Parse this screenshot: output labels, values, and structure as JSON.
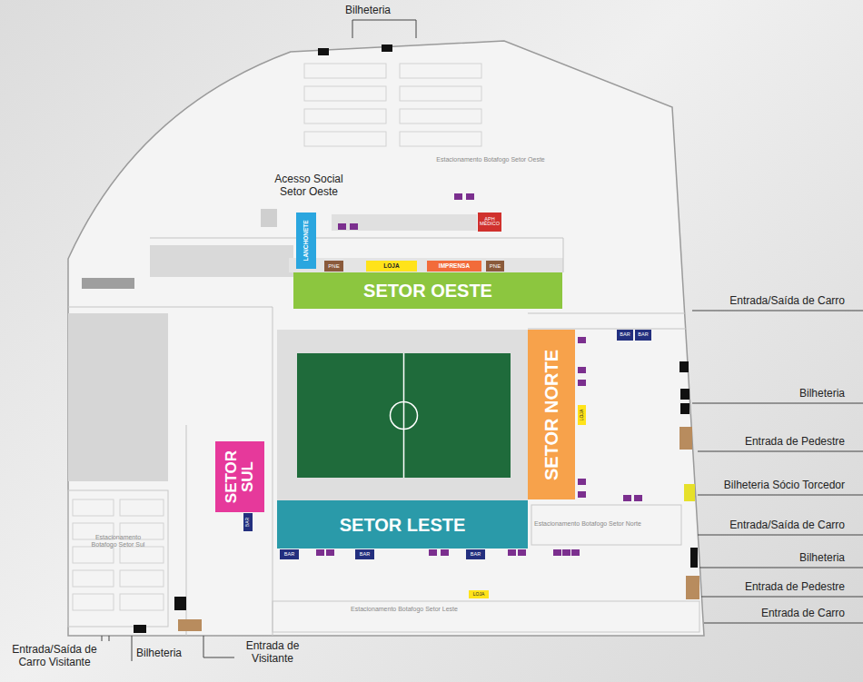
{
  "diagram": {
    "nodes": [
      {
        "text": [
          "APH MÉDICO"
        ]
      },
      {
        "text": [
          "LANCHONETE"
        ]
      },
      {
        "text": [
          "PNE"
        ]
      },
      {
        "text": [
          "LOJA"
        ]
      },
      {
        "text": [
          "IMPRENSA"
        ]
      },
      {
        "text": [
          "PNE"
        ]
      },
      {
        "text": [
          "SETOR OESTE"
        ]
      },
      {
        "text": [
          "BAR"
        ]
      },
      {
        "text": [
          "BAR"
        ]
      },
      {
        "text": [
          "SETOR NORTE"
        ]
      },
      {
        "text": [
          "LOJA"
        ]
      },
      {
        "text": [
          "SETOR SUL"
        ]
      },
      {
        "text": [
          "BAR"
        ]
      },
      {
        "text": [
          "SETOR LESTE"
        ]
      },
      {
        "text": [
          "BAR"
        ]
      },
      {
        "text": [
          "BAR"
        ]
      },
      {
        "text": [
          "BAR"
        ]
      },
      {
        "text": [
          "LOJA"
        ]
      }
    ],
    "labels": [
      "Bilheteria",
      "Estacionamento Botafogo Setor Oeste",
      "Acesso Social Setor Oeste",
      "Entrada/Saída de Carro",
      "Bilheteria",
      "Entrada de Pedestre",
      "Bilheteria Sócio Torcedor",
      "Estacionamento Botafogo Setor Norte",
      "Entrada/Saída de Carro",
      "Bilheteria",
      "Entrada de Pedestre",
      "Entrada de Carro",
      "Estacionamento Botafogo Setor Sul",
      "Estacionamento Botafogo Setor Leste",
      "Entrada/Saída de Carro Visitante",
      "Bilheteria",
      "Entrada de Visitante"
    ]
  }
}
